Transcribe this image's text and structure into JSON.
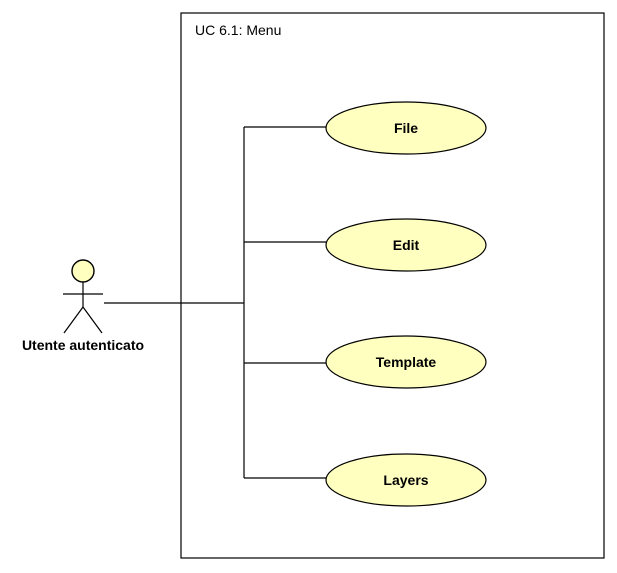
{
  "system": {
    "title": "UC 6.1: Menu"
  },
  "actor": {
    "name": "Utente autenticato",
    "icon": "stick-figure-icon"
  },
  "use_cases": [
    {
      "label": "File"
    },
    {
      "label": "Edit"
    },
    {
      "label": "Template"
    },
    {
      "label": "Layers"
    }
  ],
  "colors": {
    "usecase_fill": "#ffffc0",
    "actor_head_fill": "#ffffc0",
    "stroke": "#000000",
    "background": "#ffffff"
  }
}
